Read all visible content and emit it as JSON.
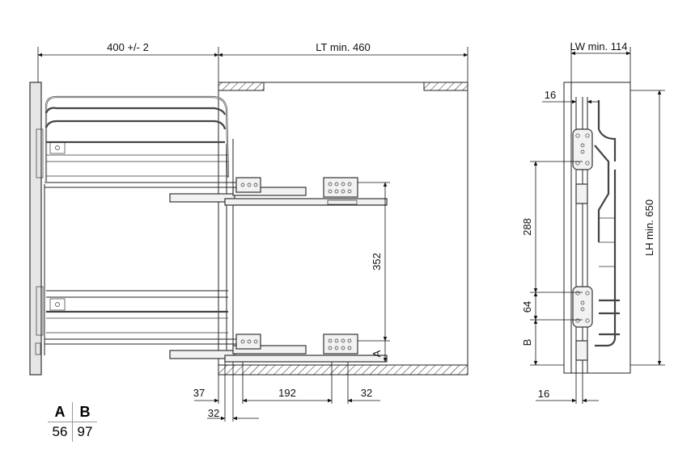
{
  "dimensions": {
    "depth_tolerance": "400 +/- 2",
    "lt_min": "LT min. 460",
    "lw_min": "LW min. 114",
    "lh_min": "LH min. 650",
    "side_16_top": "16",
    "side_16_bottom": "16",
    "v_352": "352",
    "v_288": "288",
    "v_64": "64",
    "label_a": "A",
    "label_b": "B",
    "bottom_37": "37",
    "bottom_192": "192",
    "bottom_32_right": "32",
    "bottom_32_left": "32"
  },
  "table": {
    "headers": [
      "A",
      "B"
    ],
    "values": [
      "56",
      "97"
    ]
  },
  "icons": {
    "arrow": "arrowhead",
    "hatch": "hatched-section"
  }
}
